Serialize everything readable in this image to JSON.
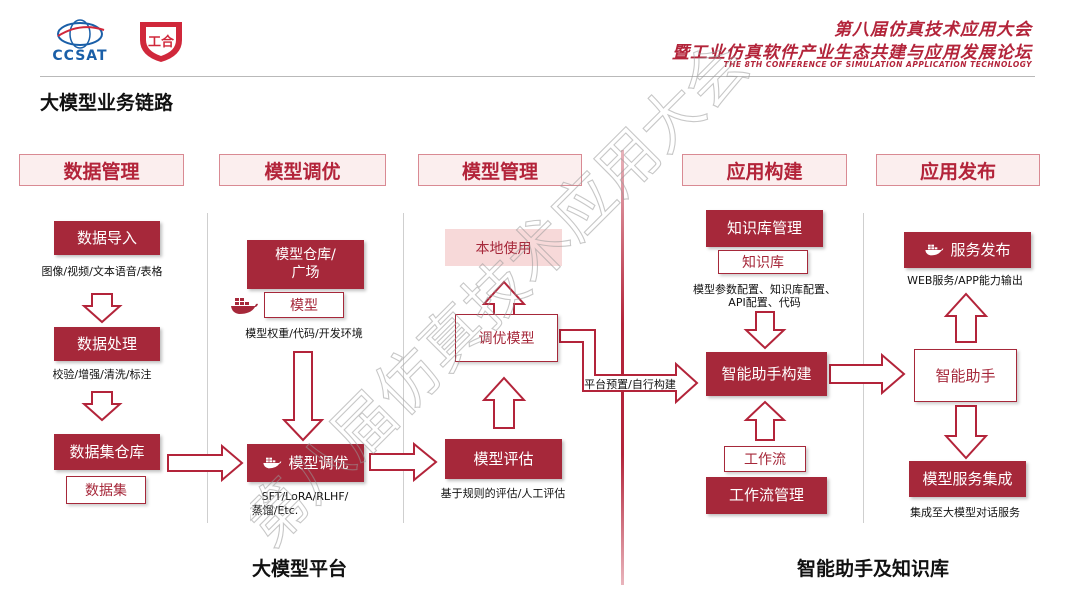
{
  "header": {
    "logo_ccsat": "CCSAT",
    "logo_wordmark": "工合",
    "conf_line1": "第八届仿真技术应用大会",
    "conf_line2": "暨工业仿真软件产业生态共建与应用发展论坛",
    "conf_line3": "THE 8TH CONFERENCE OF SIMULATION APPLICATION TECHNOLOGY"
  },
  "page_title": "大模型业务链路",
  "stages": [
    "数据管理",
    "模型调优",
    "模型管理",
    "应用构建",
    "应用发布"
  ],
  "data_mgmt": {
    "import": "数据导入",
    "import_caption": "图像/视频/文本语音/表格",
    "process": "数据处理",
    "process_caption": "校验/增强/清洗/标注",
    "warehouse": "数据集仓库",
    "dataset": "数据集"
  },
  "model_tuning": {
    "repo": "模型仓库/\n广场",
    "model": "模型",
    "repo_caption": "模型权重/代码/开发环境",
    "tuning": "模型调优",
    "tuning_caption_1": "SFT/LoRA/RLHF/",
    "tuning_caption_2": "蒸馏/Etc."
  },
  "model_mgmt": {
    "local_use": "本地使用",
    "tuned_model": "调优模型",
    "eval": "模型评估",
    "eval_caption": "基于规则的评估/人工评估",
    "deploy_caption": "平台预置/自行构建"
  },
  "app_build": {
    "kb_mgmt": "知识库管理",
    "kb": "知识库",
    "kb_caption_1": "模型参数配置、知识库配置、",
    "kb_caption_2": "API配置、代码",
    "assistant_build": "智能助手构建",
    "workflow": "工作流",
    "workflow_mgmt": "工作流管理"
  },
  "app_release": {
    "service_publish": "服务发布",
    "service_caption": "WEB服务/APP能力输出",
    "assistant": "智能助手",
    "service_integration": "模型服务集成",
    "integration_caption": "集成至大模型对话服务"
  },
  "footer": {
    "left": "大模型平台",
    "right": "智能助手及知识库"
  },
  "watermark": "第八届仿真技术应用大会",
  "colors": {
    "accent": "#a6283a",
    "stage_bg": "#fbeeee",
    "pink_box": "#f7d9d9",
    "divider": "#b3243a"
  }
}
